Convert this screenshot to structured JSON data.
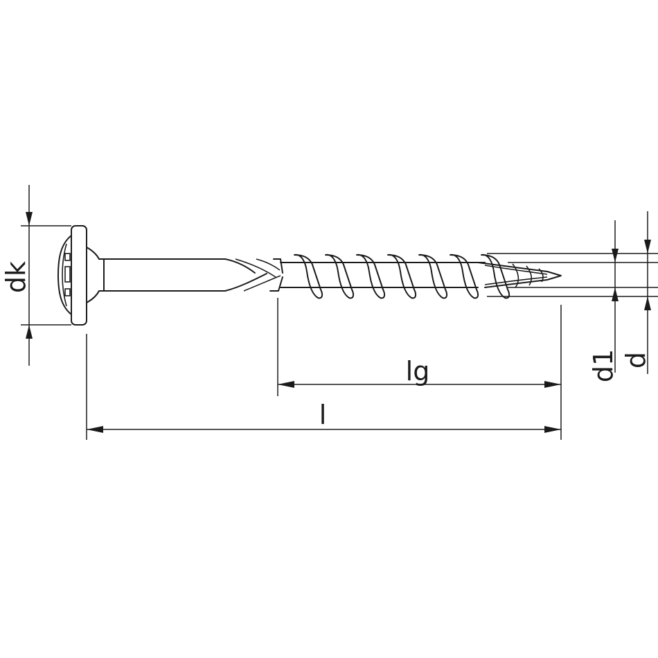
{
  "labels": {
    "head_diameter": "dk",
    "thread_length": "lg",
    "total_length": "l",
    "core_diameter": "d1",
    "thread_diameter": "d"
  }
}
